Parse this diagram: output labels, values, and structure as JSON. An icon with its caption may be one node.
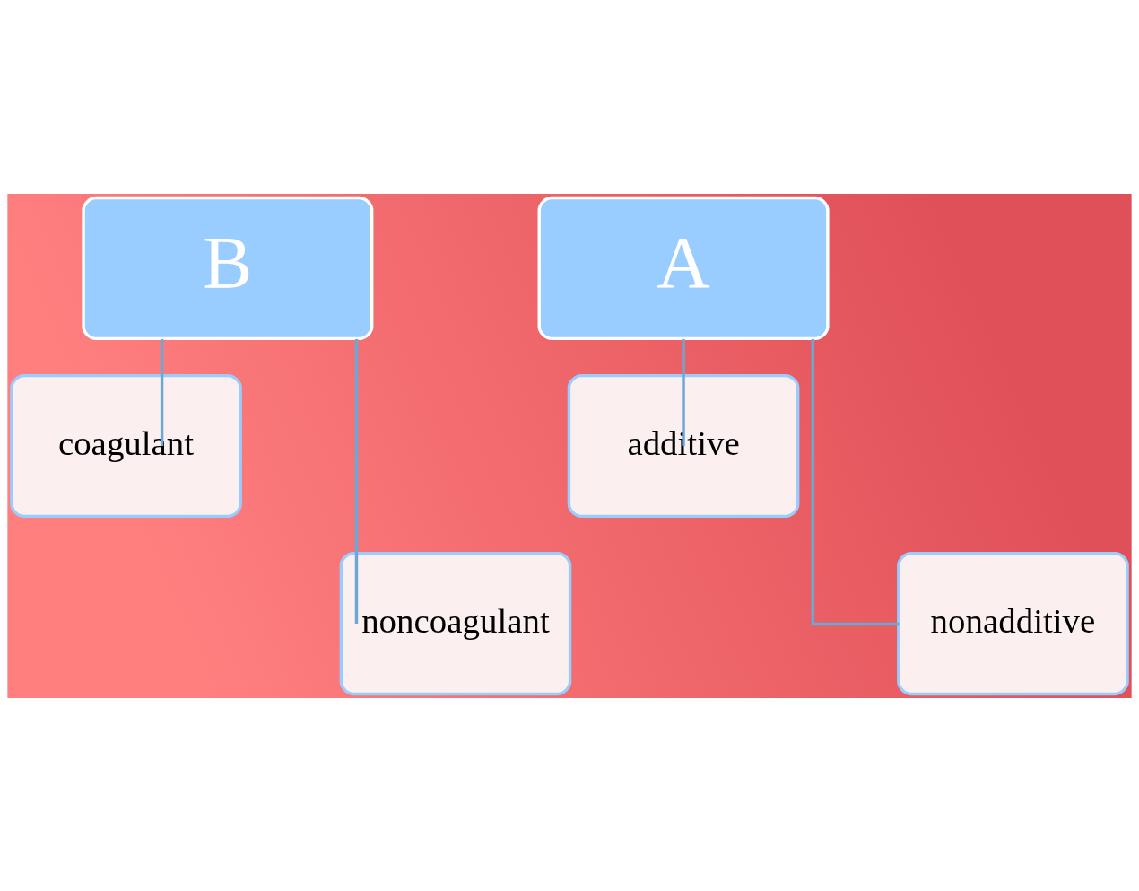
{
  "diagram": {
    "nodes": [
      {
        "text": [
          "B"
        ]
      },
      {
        "text": [
          "coagulant"
        ]
      },
      {
        "text": [
          "noncoagulant"
        ]
      },
      {
        "text": [
          "A"
        ]
      },
      {
        "text": [
          "additive"
        ]
      },
      {
        "text": [
          "nonadditive"
        ]
      }
    ],
    "edges": [
      {
        "from": 0,
        "to": 1,
        "arrow": "none"
      },
      {
        "from": 0,
        "to": 2,
        "arrow": "none"
      },
      {
        "from": 3,
        "to": 4,
        "arrow": "none"
      },
      {
        "from": 3,
        "to": 5,
        "arrow": "none"
      }
    ]
  }
}
